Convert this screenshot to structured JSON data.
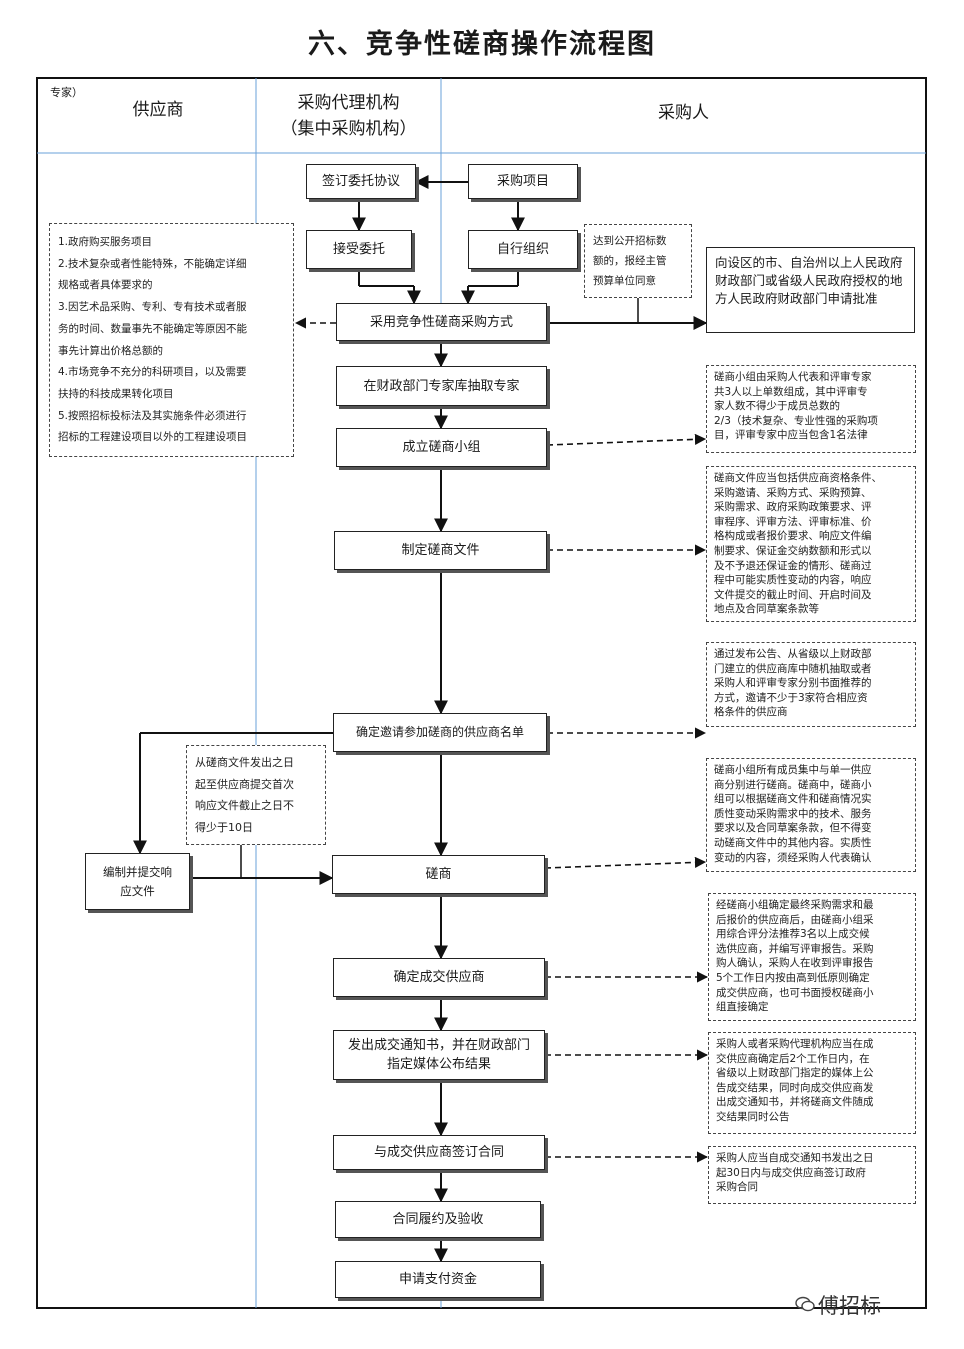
{
  "title": "六、竞争性磋商操作流程图",
  "corner_label": "专家）",
  "lanes": {
    "supplier": "供应商",
    "agency_line1": "采购代理机构",
    "agency_line2": "（集中采购机构）",
    "purchaser": "采购人"
  },
  "steps": {
    "sign_agreement": "签订委托协议",
    "purchase_project": "采购项目",
    "accept_entrust": "接受委托",
    "self_organize": "自行组织",
    "adopt_method": "采用竞争性磋商采购方式",
    "draw_experts": "在财政部门专家库抽取专家",
    "form_group": "成立磋商小组",
    "make_docs": "制定磋商文件",
    "confirm_suppliers": "确定邀请参加磋商的供应商名单",
    "compile_response": "编制并提交响应文件",
    "negotiate": "磋商",
    "confirm_winner": "确定成交供应商",
    "issue_notice": "发出成交通知书，并在财政部门指定媒体公布结果",
    "sign_contract": "与成交供应商签订合同",
    "perform_accept": "合同履约及验收",
    "apply_payment": "申请支付资金"
  },
  "approval_box": "向设区的市、自治州以上人民政府财政部门或省级人民政府授权的地方人民政府财政部门申请批准",
  "notes": {
    "conditions": [
      "1.政府购买服务项目",
      "2.技术复杂或者性能特殊，不能确定详细",
      "规格或者具体要求的",
      "3.因艺术品采购、专利、专有技术或者服",
      "务的时间、数量事先不能确定等原因不能",
      "事先计算出价格总额的",
      "4.市场竞争不充分的科研项目，以及需要",
      "扶持的科技成果转化项目",
      "5.按照招标投标法及其实施条件必须进行",
      "招标的工程建设项目以外的工程建设项目"
    ],
    "public_bid": [
      "达到公开招标数",
      "额的，报经主管",
      "预算单位同意"
    ],
    "group_composition": [
      "磋商小组由采购人代表和评审专家",
      "共3人以上单数组成，其中评审专",
      "家人数不得少于成员总数的",
      "2/3（技术复杂、专业性强的采购项",
      "目，评审专家中应当包含1名法律"
    ],
    "docs_content": [
      "磋商文件应当包括供应商资格条件、",
      "采购邀请、采购方式、采购预算、",
      "采购需求、政府采购政策要求、评",
      "审程序、评审方法、评审标准、价",
      "格构成或者报价要求、响应文件编",
      "制要求、保证金交纳数额和形式以",
      "及不予退还保证金的情形、磋商过",
      "程中可能实质性变动的内容，响应",
      "文件提交的截止时间、开启时间及",
      "地点及合同草案条款等"
    ],
    "supplier_source": [
      "通过发布公告、从省级以上财政部",
      "门建立的供应商库中随机抽取或者",
      "采购人和评审专家分别书面推荐的",
      "方式，邀请不少于3家符合相应资",
      "格条件的供应商"
    ],
    "deadline": [
      "从磋商文件发出之日",
      "起至供应商提交首次",
      "响应文件截止之日不",
      "得少于10日"
    ],
    "negotiation_rule": [
      "磋商小组所有成员集中与单一供应",
      "商分别进行磋商。磋商中，磋商小",
      "组可以根据磋商文件和磋商情况实",
      "质性变动采购需求中的技术、服务",
      "要求以及合同草案条款，但不得变",
      "动磋商文件中的其他内容。实质性",
      "变动的内容，须经采购人代表确认"
    ],
    "winner_rule": [
      "经磋商小组确定最终采购需求和最",
      "后报价的供应商后，由磋商小组采",
      "用综合评分法推荐3名以上成交候",
      "选供应商，并编写评审报告。采购",
      "购人确认，采购人在收到评审报告",
      "5个工作日内按由高到低原则确定",
      "成交供应商，也可书面授权磋商小",
      "组直接确定"
    ],
    "notice_rule": [
      "采购人或者采购代理机构应当在成",
      "交供应商确定后2个工作日内，在",
      "省级以上财政部门指定的媒体上公",
      "告成交结果，同时向成交供应商发",
      "出成交通知书，并将磋商文件随成",
      "交结果同时公告"
    ],
    "contract_rule": [
      "采购人应当自成交通知书发出之日",
      "起30日内与成交供应商签订政府",
      "采购合同"
    ]
  },
  "watermark": "傅招标"
}
